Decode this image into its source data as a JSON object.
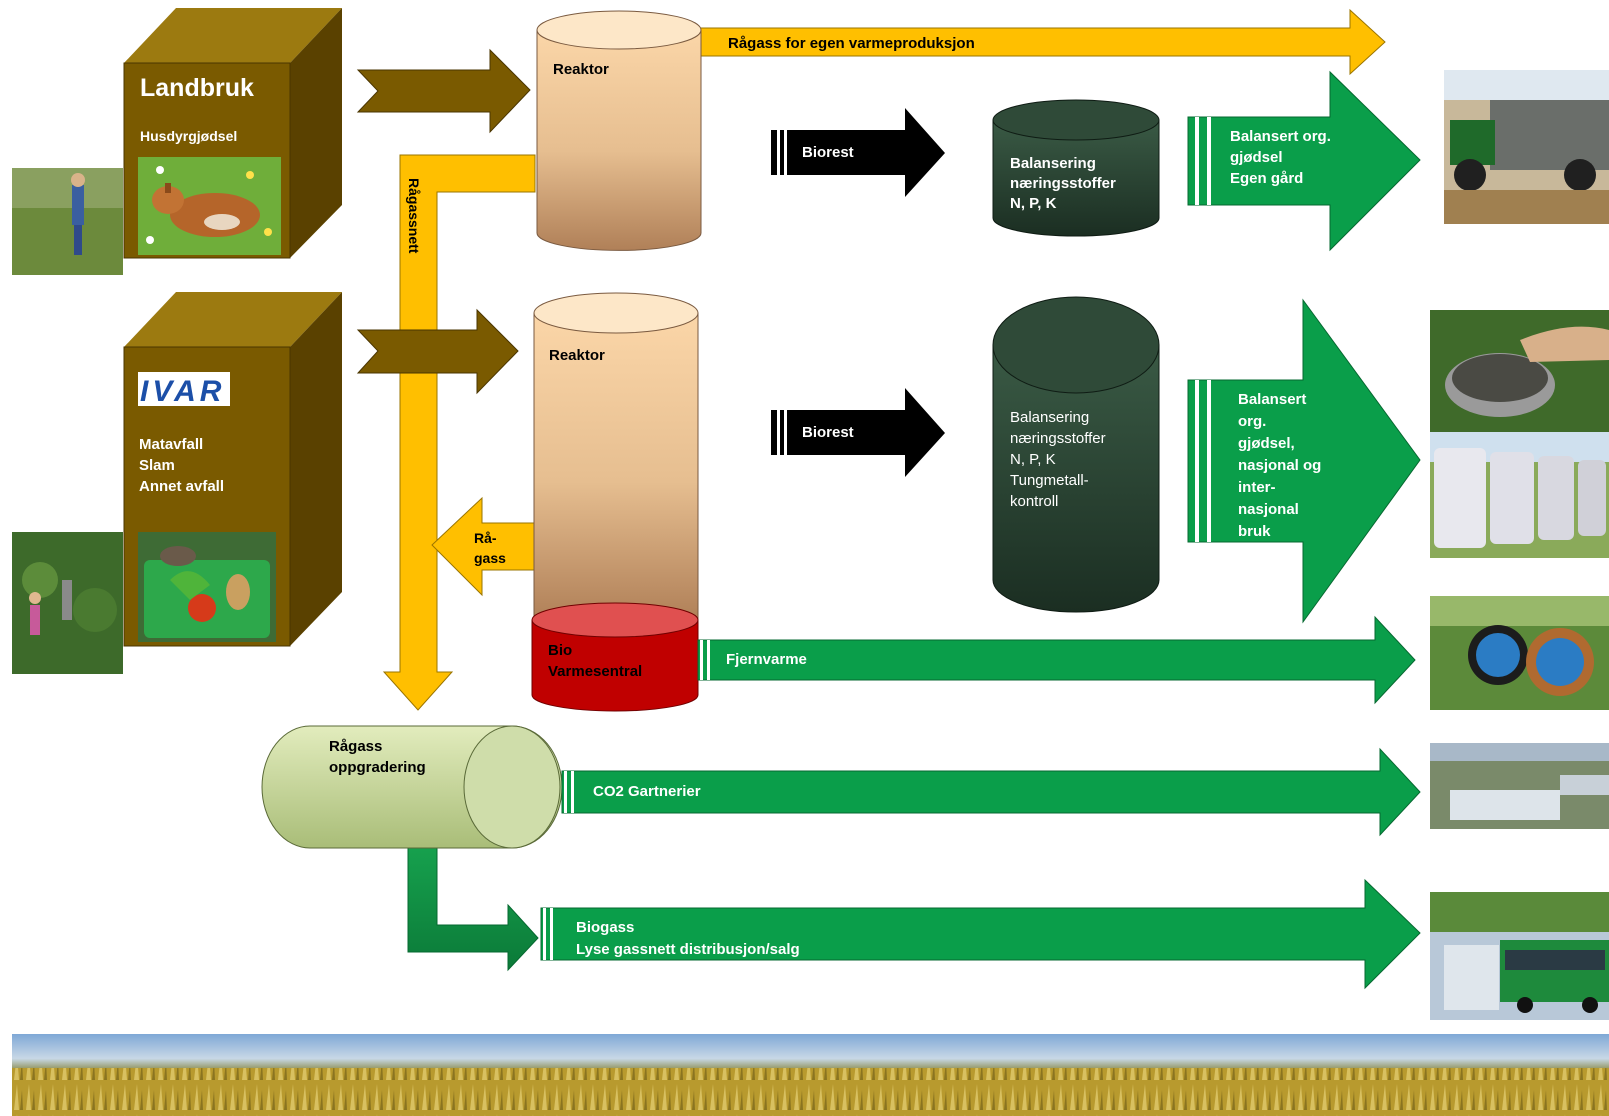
{
  "sources": {
    "landbruk": {
      "title": "Landbruk",
      "subtitle": "Husdyrgjødsel"
    },
    "ivar": {
      "logo": "IVAR",
      "line1": "Matavfall",
      "line2": "Slam",
      "line3": "Annet avfall"
    }
  },
  "reactor_top": {
    "label": "Reaktor"
  },
  "reactor_bottom": {
    "label": "Reaktor"
  },
  "bio_varmesentral": {
    "line1": "Bio",
    "line2": "Varmesentral"
  },
  "flows": {
    "ragass_egen": "Rågass for egen varmeproduksjon",
    "ragassnett": "Rågassnett",
    "ra_gass_1": "Rå-",
    "ra_gass_2": "gass",
    "biorest_top": "Biorest",
    "biorest_bottom": "Biorest",
    "fjernvarme": "Fjernvarme",
    "co2": "CO2 Gartnerier",
    "biogass_1": "Biogass",
    "biogass_2": "Lyse gassnett  distribusjon/salg"
  },
  "balance_top": {
    "line1": "Balansering",
    "line2": "næringsstoffer",
    "line3": "N, P, K"
  },
  "balance_bottom": {
    "line1": "Balansering",
    "line2": "næringsstoffer",
    "line3": "N, P, K",
    "line4": "Tungmetall-",
    "line5": "kontroll"
  },
  "outputs": {
    "top": {
      "line1": "Balansert org.",
      "line2": "gjødsel",
      "line3": "Egen gård"
    },
    "bottom": {
      "line1": "Balansert",
      "line2": "org.",
      "line3": "gjødsel,",
      "line4": "nasjonal og",
      "line5": "inter-",
      "line6": "nasjonal",
      "line7": "bruk"
    }
  },
  "upgrader": {
    "line1": "Rågass",
    "line2": "oppgradering"
  },
  "colors": {
    "box_brown": "#7a5a00",
    "arrow_yellow": "#ffbf00",
    "arrow_green": "#0a9e4a",
    "dark_green": "#243d2f",
    "red": "#c00000"
  }
}
